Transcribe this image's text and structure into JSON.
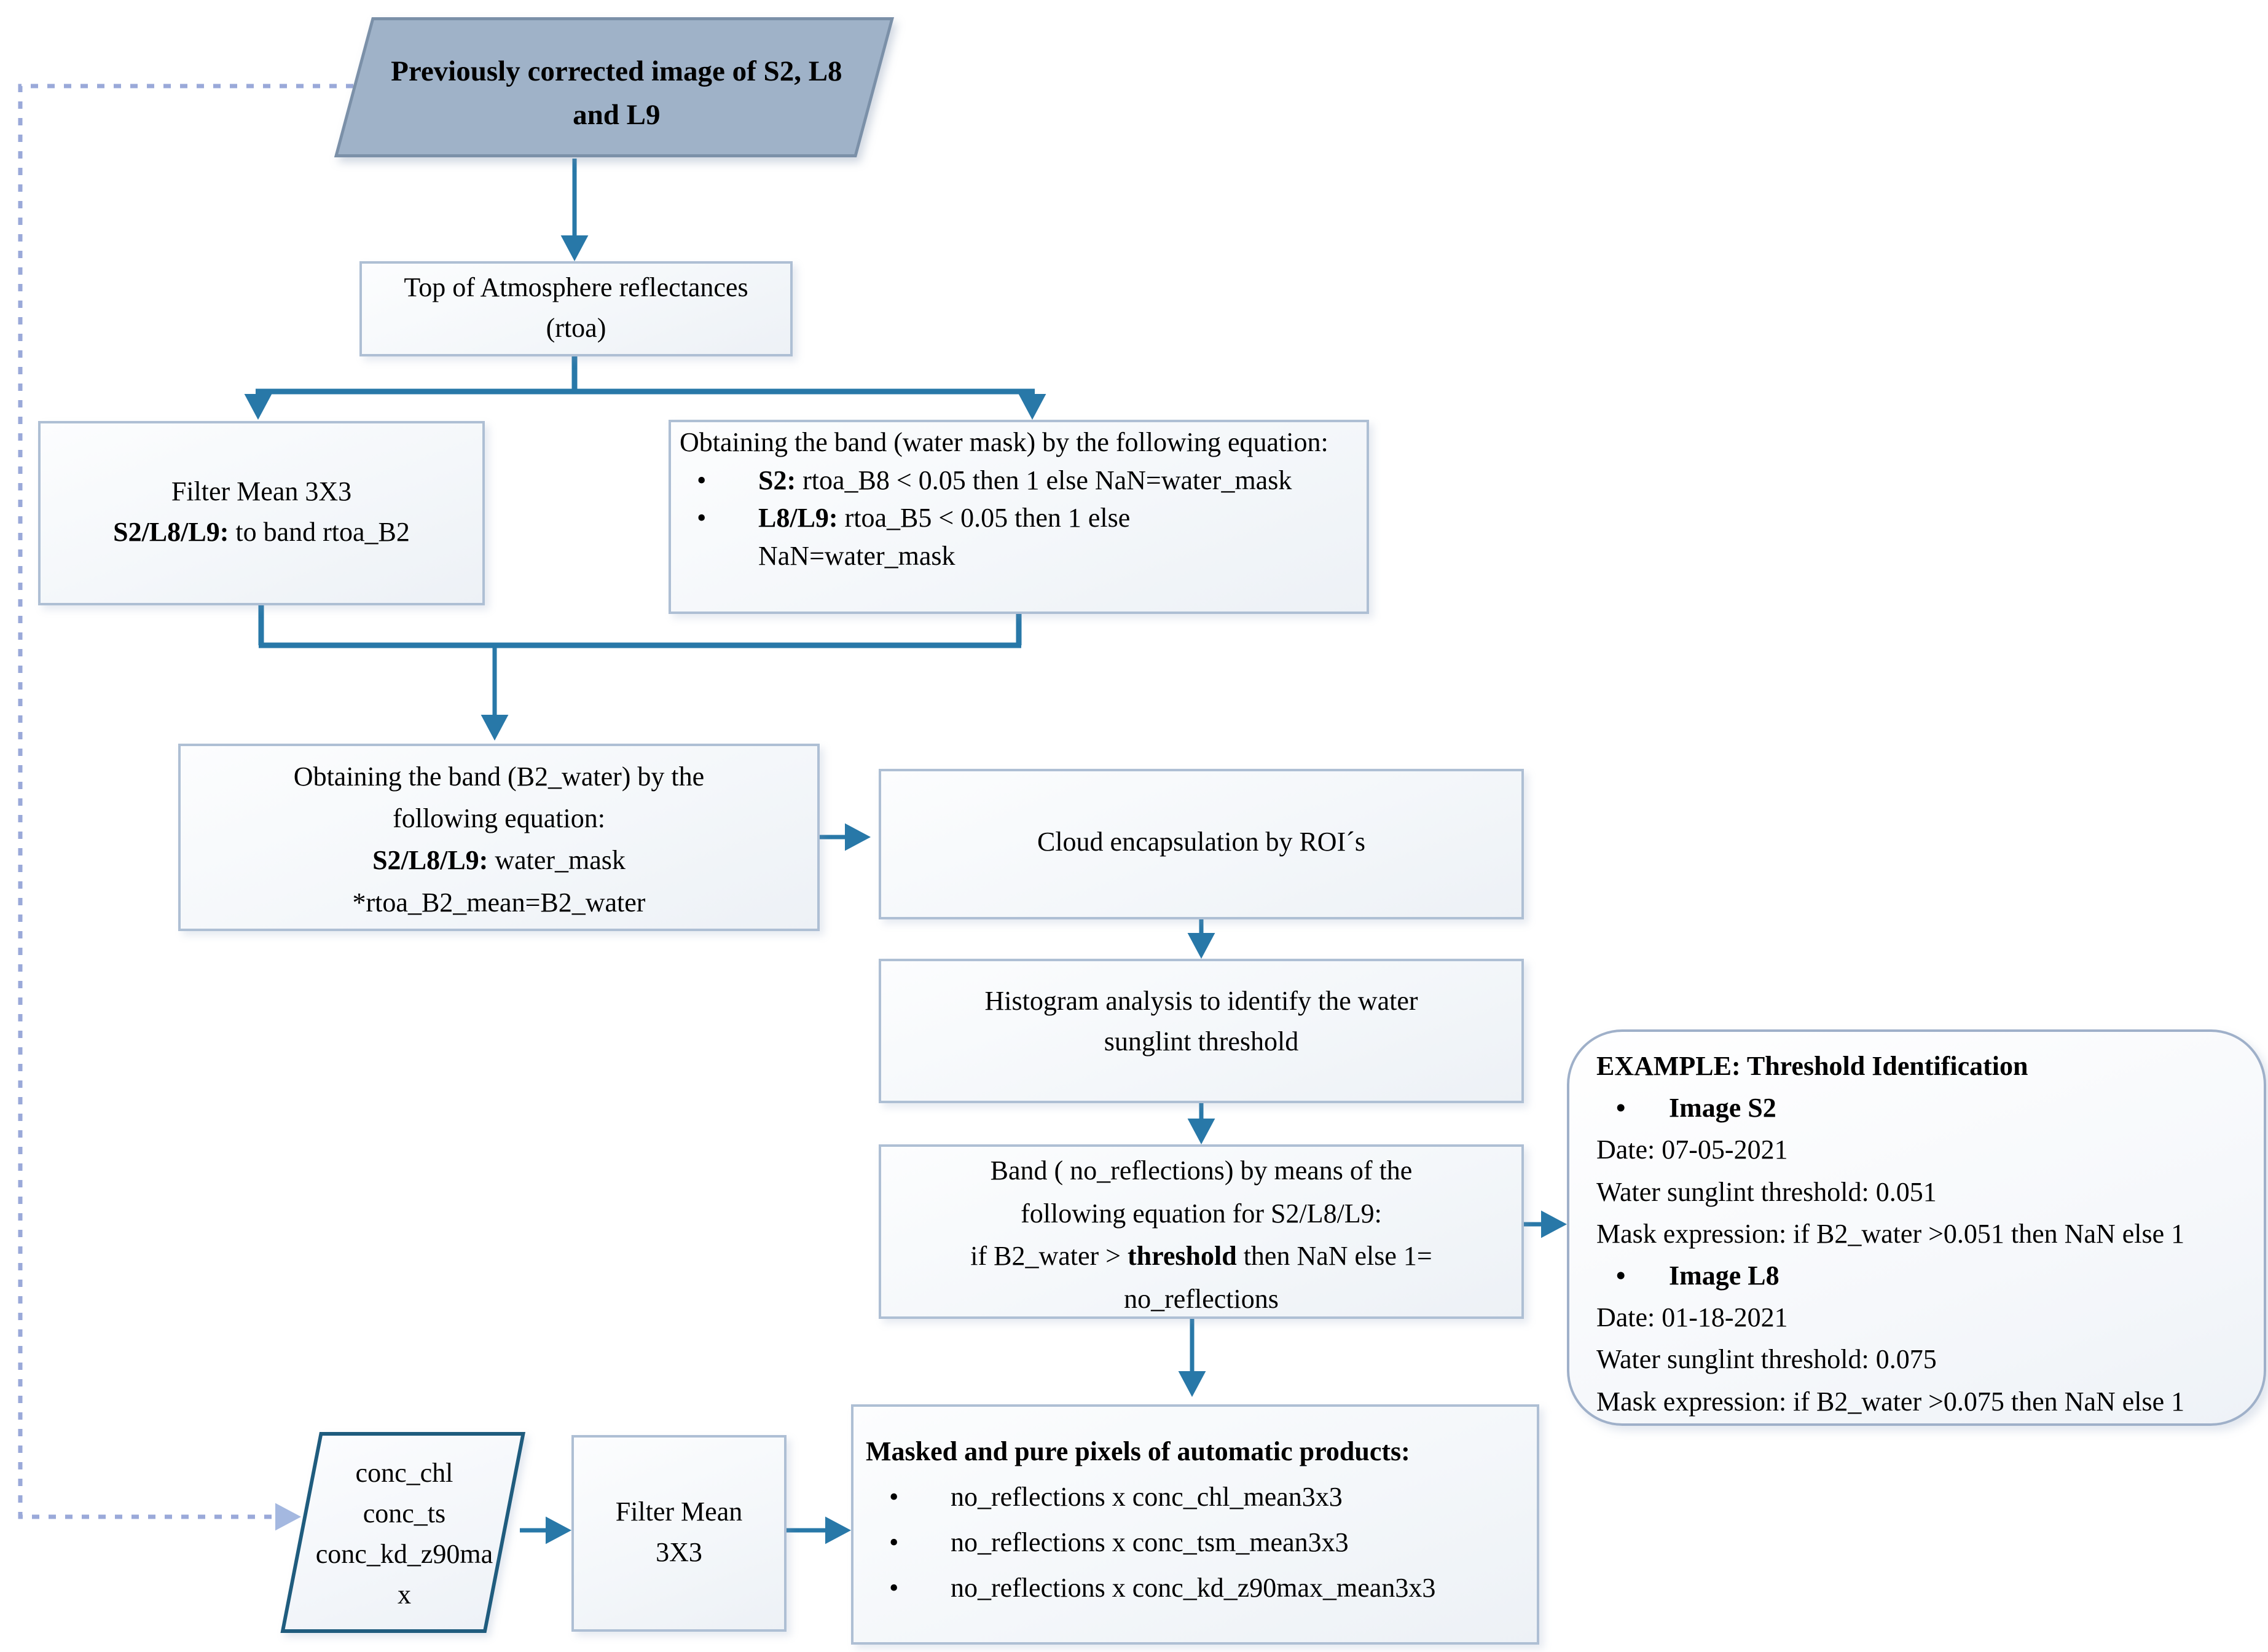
{
  "ui": {
    "bullet": "•"
  },
  "colors": {
    "arrow": "#2878a8",
    "box_border": "#aebfd4",
    "dark_parallelogram_border": "#1f5c7e",
    "source_parallelogram_fill": "#9fb2c8",
    "dashed_feedback": "#9aa9d9"
  },
  "nodes": {
    "source_image": {
      "lines": [
        "Previously corrected image of S2, L8",
        "and L9"
      ]
    },
    "rtoa": {
      "lines": [
        "Top of Atmosphere reflectances",
        "(rtoa)"
      ]
    },
    "filter_mean_main": {
      "line1": "Filter Mean 3X3",
      "line2_bold": "S2/L8/L9:",
      "line2_rest": " to band rtoa_B2"
    },
    "water_mask": {
      "intro": "Obtaining the band (water mask) by the following equation:",
      "bullets": [
        {
          "bold": "S2:",
          "rest": " rtoa_B8 < 0.05 then 1 else NaN=water_mask",
          "rest2": ""
        },
        {
          "bold": "L8/L9:",
          "rest": " rtoa_B5 < 0.05 then 1 else",
          "rest2": "NaN=water_mask"
        }
      ]
    },
    "b2_water": {
      "line1": "Obtaining the band (B2_water) by the",
      "line2": "following equation:",
      "line3_bold": "S2/L8/L9:",
      "line3_rest": " water_mask",
      "line4": "*rtoa_B2_mean=B2_water"
    },
    "cloud": {
      "text": "Cloud encapsulation by ROI´s"
    },
    "histogram": {
      "lines": [
        "Histogram analysis to identify the water",
        "sunglint threshold"
      ]
    },
    "no_reflections": {
      "line1": "Band ( no_reflections) by means of the",
      "line2": "following equation for S2/L8/L9:",
      "line3_pre": "if B2_water > ",
      "line3_bold": "threshold",
      "line3_post": " then NaN else 1=",
      "line4": "no_reflections"
    },
    "example": {
      "title": "EXAMPLE: Threshold Identification",
      "s2_label": "Image S2",
      "s2_lines": [
        "Date: 07-05-2021",
        "Water sunglint threshold: 0.051",
        "Mask expression: if B2_water >0.051 then NaN else 1"
      ],
      "l8_label": "Image L8",
      "l8_lines": [
        "Date: 01-18-2021",
        "Water sunglint  threshold: 0.075",
        "Mask expression: if B2_water >0.075 then NaN else 1"
      ]
    },
    "conc_products": {
      "lines": [
        "conc_chl",
        "conc_ts",
        "conc_kd_z90ma",
        "x"
      ]
    },
    "filter_mean_products": {
      "lines": [
        "Filter Mean",
        "3X3"
      ]
    },
    "masked_products": {
      "title": "Masked and pure pixels of automatic products:",
      "bullets": [
        "no_reflections x conc_chl_mean3x3",
        "no_reflections x conc_tsm_mean3x3",
        "no_reflections x conc_kd_z90max_mean3x3"
      ]
    }
  }
}
